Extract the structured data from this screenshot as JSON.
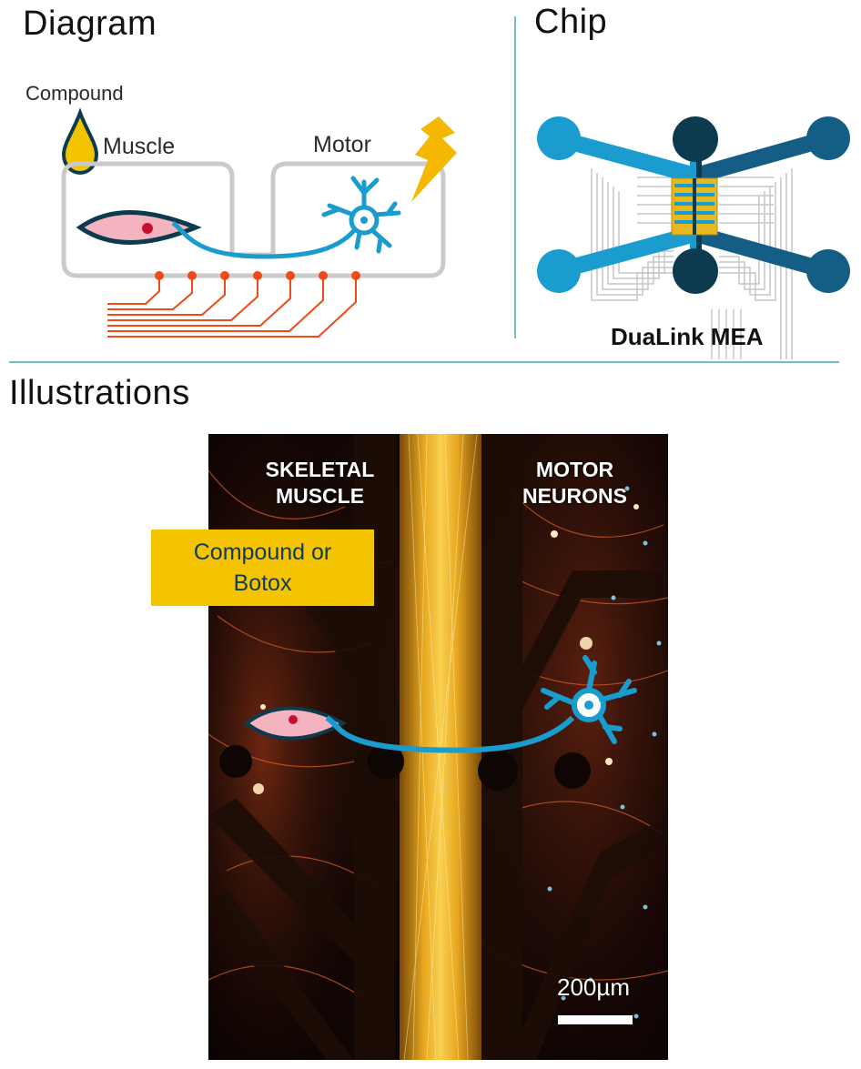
{
  "diagram": {
    "title": "Diagram",
    "compound_label": "Compound",
    "muscle_label": "Muscle",
    "motor_label": "Motor"
  },
  "chip": {
    "title": "Chip",
    "name": "DuaLink MEA"
  },
  "illustrations": {
    "title": "Illustrations",
    "left_label_line1": "SKELETAL",
    "left_label_line2": "MUSCLE",
    "right_label_line1": "MOTOR",
    "right_label_line2": "NEURONS",
    "callout_line1": "Compound or",
    "callout_line2": "Botox",
    "scale_label": "200µm"
  },
  "colors": {
    "accent_teal": "#1a9ccf",
    "dark_navy": "#0c3a4e",
    "electrode_orange": "#f04a1a",
    "gold": "#f5c400",
    "muscle_pink": "#f3b3bf",
    "divider": "#4aa3b5"
  }
}
